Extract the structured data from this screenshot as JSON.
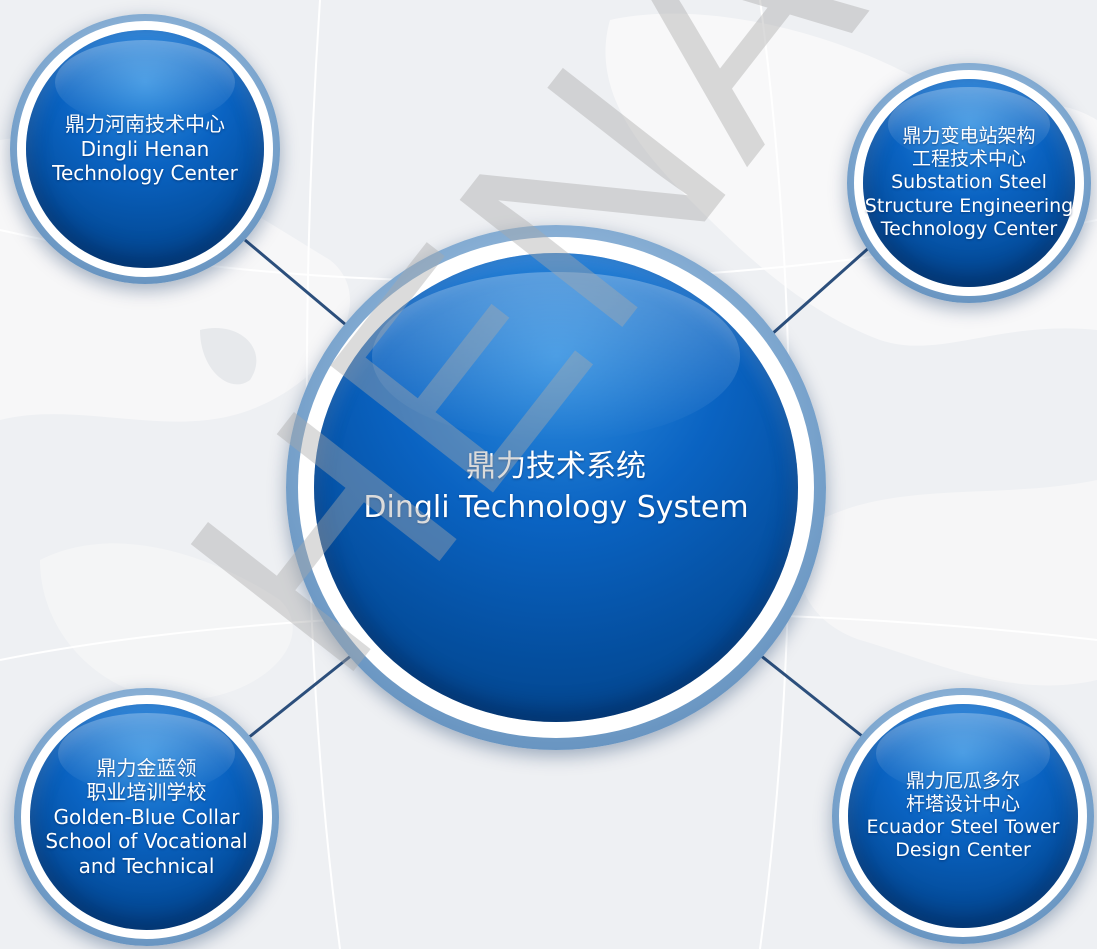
{
  "diagram": {
    "center": {
      "zh": "鼎力技术系统",
      "en": "Dingli Technology System"
    },
    "nodes": {
      "henan": {
        "lines": [
          "鼎力河南技术中心",
          "Dingli Henan",
          "Technology Center"
        ]
      },
      "substation": {
        "lines": [
          "鼎力变电站架构",
          "工程技术中心",
          "Substation Steel",
          "Structure Engineering",
          "Technology Center"
        ]
      },
      "collar": {
        "lines": [
          "鼎力金蓝领",
          "职业培训学校",
          "Golden-Blue Collar",
          "School of Vocational",
          "and Technical"
        ]
      },
      "ecuador": {
        "lines": [
          "鼎力厄瓜多尔",
          "杆塔设计中心",
          "Ecuador Steel Tower",
          "Design Center"
        ]
      }
    }
  },
  "watermark": "HENAN DI",
  "colors": {
    "core_blue": "#0a63c2",
    "ring_blue": "#7fa8d0",
    "connector": "#2c4f7c",
    "background": "#eef0f3"
  }
}
